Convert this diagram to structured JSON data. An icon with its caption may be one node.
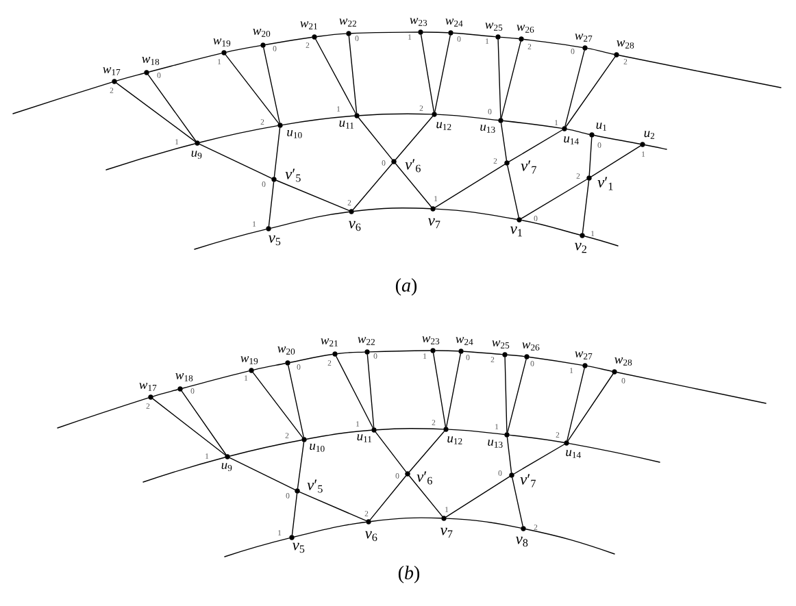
{
  "diagram": {
    "nodes": [
      {
        "text": [
          "*w*$_{17}$"
        ],
        "beside": [
          "2"
        ]
      },
      {
        "text": [
          "*w*$_{18}$"
        ],
        "beside": [
          "0"
        ]
      },
      {
        "text": [
          "*w*$_{19}$"
        ],
        "beside": [
          "1"
        ]
      },
      {
        "text": [
          "*w*$_{20}$"
        ],
        "beside": [
          "0"
        ]
      },
      {
        "text": [
          "*w*$_{21}$"
        ],
        "beside": [
          "2"
        ]
      },
      {
        "text": [
          "*w*$_{22}$"
        ],
        "beside": [
          "0"
        ]
      },
      {
        "text": [
          "*w*$_{23}$"
        ],
        "beside": [
          "1"
        ]
      },
      {
        "text": [
          "*w*$_{24}$"
        ],
        "beside": [
          "0"
        ]
      },
      {
        "text": [
          "*w*$_{25}$"
        ],
        "beside": [
          "1"
        ]
      },
      {
        "text": [
          "*w*$_{26}$"
        ],
        "beside": [
          "2"
        ]
      },
      {
        "text": [
          "*w*$_{27}$"
        ],
        "beside": [
          "0"
        ]
      },
      {
        "text": [
          "*w*$_{28}$"
        ],
        "beside": [
          "2"
        ]
      },
      {
        "text": [
          "*u*$_{9}$"
        ],
        "beside": [
          "1"
        ]
      },
      {
        "text": [
          "*u*$_{10}$"
        ],
        "beside": [
          "2"
        ]
      },
      {
        "text": [
          "*u*$_{11}$"
        ],
        "beside": [
          "1"
        ]
      },
      {
        "text": [
          "*u*$_{12}$"
        ],
        "beside": [
          "2"
        ]
      },
      {
        "text": [
          "*u*$_{13}$"
        ],
        "beside": [
          "0"
        ]
      },
      {
        "text": [
          "*u*$_{14}$"
        ],
        "beside": [
          "1"
        ]
      },
      {
        "text": [
          "*u*$_{1}$"
        ],
        "beside": [
          "0"
        ]
      },
      {
        "text": [
          "*u*$_{2}$"
        ],
        "beside": [
          "1"
        ]
      },
      {
        "text": [
          "*v*′$_{5}$"
        ],
        "beside": [
          "0"
        ]
      },
      {
        "text": [
          "*v*′$_{6}$"
        ],
        "beside": [
          "0"
        ]
      },
      {
        "text": [
          "*v*′$_{7}$"
        ],
        "beside": [
          "2"
        ]
      },
      {
        "text": [
          "*v*′$_{1}$"
        ],
        "beside": [
          "2"
        ]
      },
      {
        "text": [
          "*v*$_{5}$"
        ],
        "beside": [
          "1"
        ]
      },
      {
        "text": [
          "*v*$_{6}$"
        ],
        "beside": [
          "2"
        ]
      },
      {
        "text": [
          "*v*$_{7}$"
        ],
        "beside": [
          "1"
        ]
      },
      {
        "text": [
          "*v*$_{1}$"
        ],
        "beside": [
          "0"
        ]
      },
      {
        "text": [
          "*v*$_{2}$"
        ],
        "beside": [
          "1"
        ]
      },
      {
        "text": [
          "*w*$_{17}$"
        ],
        "beside": [
          "2"
        ]
      },
      {
        "text": [
          "*w*$_{18}$"
        ],
        "beside": [
          "0"
        ]
      },
      {
        "text": [
          "*w*$_{19}$"
        ],
        "beside": [
          "1"
        ]
      },
      {
        "text": [
          "*w*$_{20}$"
        ],
        "beside": [
          "0"
        ]
      },
      {
        "text": [
          "*w*$_{21}$"
        ],
        "beside": [
          "2"
        ]
      },
      {
        "text": [
          "*w*$_{22}$"
        ],
        "beside": [
          "0"
        ]
      },
      {
        "text": [
          "*w*$_{23}$"
        ],
        "beside": [
          "1"
        ]
      },
      {
        "text": [
          "*w*$_{24}$"
        ],
        "beside": [
          "0"
        ]
      },
      {
        "text": [
          "*w*$_{25}$"
        ],
        "beside": [
          "2"
        ]
      },
      {
        "text": [
          "*w*$_{26}$"
        ],
        "beside": [
          "0"
        ]
      },
      {
        "text": [
          "*w*$_{27}$"
        ],
        "beside": [
          "1"
        ]
      },
      {
        "text": [
          "*w*$_{28}$"
        ],
        "beside": [
          "0"
        ]
      },
      {
        "text": [
          "*u*$_{9}$"
        ],
        "beside": [
          "1"
        ]
      },
      {
        "text": [
          "*u*$_{10}$"
        ],
        "beside": [
          "2"
        ]
      },
      {
        "text": [
          "*u*$_{11}$"
        ],
        "beside": [
          "1"
        ]
      },
      {
        "text": [
          "*u*$_{12}$"
        ],
        "beside": [
          "2"
        ]
      },
      {
        "text": [
          "*u*$_{13}$"
        ],
        "beside": [
          "1"
        ]
      },
      {
        "text": [
          "*u*$_{14}$"
        ],
        "beside": [
          "2"
        ]
      },
      {
        "text": [
          "*v*′$_{5}$"
        ],
        "beside": [
          "0"
        ]
      },
      {
        "text": [
          "*v*′$_{6}$"
        ],
        "beside": [
          "0"
        ]
      },
      {
        "text": [
          "*v*′$_{7}$"
        ],
        "beside": [
          "0"
        ]
      },
      {
        "text": [
          "*v*$_{5}$"
        ],
        "beside": [
          "1"
        ]
      },
      {
        "text": [
          "*v*$_{6}$"
        ],
        "beside": [
          "2"
        ]
      },
      {
        "text": [
          "*v*$_{7}$"
        ],
        "beside": [
          "1"
        ]
      },
      {
        "text": [
          "*v*$_{8}$"
        ],
        "beside": [
          "2"
        ]
      }
    ],
    "edges": [
      {
        "from": null,
        "to": 0,
        "arrow": "none"
      },
      {
        "from": 0,
        "to": 1,
        "arrow": "none"
      },
      {
        "from": 1,
        "to": 2,
        "arrow": "none"
      },
      {
        "from": 2,
        "to": 3,
        "arrow": "none"
      },
      {
        "from": 3,
        "to": 4,
        "arrow": "none"
      },
      {
        "from": 4,
        "to": 5,
        "arrow": "none"
      },
      {
        "from": 5,
        "to": 6,
        "arrow": "none"
      },
      {
        "from": 6,
        "to": 7,
        "arrow": "none"
      },
      {
        "from": 7,
        "to": 8,
        "arrow": "none"
      },
      {
        "from": 8,
        "to": 9,
        "arrow": "none"
      },
      {
        "from": 9,
        "to": 10,
        "arrow": "none"
      },
      {
        "from": 10,
        "to": 11,
        "arrow": "none"
      },
      {
        "from": 11,
        "to": null,
        "arrow": "none"
      },
      {
        "from": null,
        "to": 12,
        "arrow": "none"
      },
      {
        "from": 12,
        "to": 13,
        "arrow": "none"
      },
      {
        "from": 13,
        "to": 14,
        "arrow": "none"
      },
      {
        "from": 14,
        "to": 15,
        "arrow": "none"
      },
      {
        "from": 15,
        "to": 16,
        "arrow": "none"
      },
      {
        "from": 16,
        "to": 17,
        "arrow": "none"
      },
      {
        "from": 17,
        "to": 18,
        "arrow": "none"
      },
      {
        "from": 18,
        "to": 19,
        "arrow": "none"
      },
      {
        "from": 19,
        "to": null,
        "arrow": "none"
      },
      {
        "from": null,
        "to": 24,
        "arrow": "none"
      },
      {
        "from": 24,
        "to": 25,
        "arrow": "none"
      },
      {
        "from": 25,
        "to": 26,
        "arrow": "none"
      },
      {
        "from": 26,
        "to": 27,
        "arrow": "none"
      },
      {
        "from": 27,
        "to": 28,
        "arrow": "none"
      },
      {
        "from": 28,
        "to": null,
        "arrow": "none"
      },
      {
        "from": 0,
        "to": 12,
        "arrow": "none"
      },
      {
        "from": 1,
        "to": 12,
        "arrow": "none"
      },
      {
        "from": 2,
        "to": 13,
        "arrow": "none"
      },
      {
        "from": 3,
        "to": 13,
        "arrow": "none"
      },
      {
        "from": 4,
        "to": 14,
        "arrow": "none"
      },
      {
        "from": 5,
        "to": 14,
        "arrow": "none"
      },
      {
        "from": 6,
        "to": 15,
        "arrow": "none"
      },
      {
        "from": 7,
        "to": 15,
        "arrow": "none"
      },
      {
        "from": 8,
        "to": 16,
        "arrow": "none"
      },
      {
        "from": 9,
        "to": 16,
        "arrow": "none"
      },
      {
        "from": 10,
        "to": 17,
        "arrow": "none"
      },
      {
        "from": 11,
        "to": 17,
        "arrow": "none"
      },
      {
        "from": 12,
        "to": 20,
        "arrow": "none"
      },
      {
        "from": 13,
        "to": 20,
        "arrow": "none"
      },
      {
        "from": 20,
        "to": 24,
        "arrow": "none"
      },
      {
        "from": 20,
        "to": 25,
        "arrow": "none"
      },
      {
        "from": 14,
        "to": 21,
        "arrow": "none"
      },
      {
        "from": 15,
        "to": 21,
        "arrow": "none"
      },
      {
        "from": 21,
        "to": 25,
        "arrow": "none"
      },
      {
        "from": 21,
        "to": 26,
        "arrow": "none"
      },
      {
        "from": 16,
        "to": 22,
        "arrow": "none"
      },
      {
        "from": 17,
        "to": 22,
        "arrow": "none"
      },
      {
        "from": 22,
        "to": 26,
        "arrow": "none"
      },
      {
        "from": 22,
        "to": 27,
        "arrow": "none"
      },
      {
        "from": 18,
        "to": 23,
        "arrow": "none"
      },
      {
        "from": 19,
        "to": 23,
        "arrow": "none"
      },
      {
        "from": 23,
        "to": 27,
        "arrow": "none"
      },
      {
        "from": 23,
        "to": 28,
        "arrow": "none"
      },
      {
        "from": null,
        "to": 29,
        "arrow": "none"
      },
      {
        "from": 29,
        "to": 30,
        "arrow": "none"
      },
      {
        "from": 30,
        "to": 31,
        "arrow": "none"
      },
      {
        "from": 31,
        "to": 32,
        "arrow": "none"
      },
      {
        "from": 32,
        "to": 33,
        "arrow": "none"
      },
      {
        "from": 33,
        "to": 34,
        "arrow": "none"
      },
      {
        "from": 34,
        "to": 35,
        "arrow": "none"
      },
      {
        "from": 35,
        "to": 36,
        "arrow": "none"
      },
      {
        "from": 36,
        "to": 37,
        "arrow": "none"
      },
      {
        "from": 37,
        "to": 38,
        "arrow": "none"
      },
      {
        "from": 38,
        "to": 39,
        "arrow": "none"
      },
      {
        "from": 39,
        "to": 40,
        "arrow": "none"
      },
      {
        "from": 40,
        "to": null,
        "arrow": "none"
      },
      {
        "from": null,
        "to": 41,
        "arrow": "none"
      },
      {
        "from": 41,
        "to": 42,
        "arrow": "none"
      },
      {
        "from": 42,
        "to": 43,
        "arrow": "none"
      },
      {
        "from": 43,
        "to": 44,
        "arrow": "none"
      },
      {
        "from": 44,
        "to": 45,
        "arrow": "none"
      },
      {
        "from": 45,
        "to": 46,
        "arrow": "none"
      },
      {
        "from": 46,
        "to": null,
        "arrow": "none"
      },
      {
        "from": null,
        "to": 50,
        "arrow": "none"
      },
      {
        "from": 50,
        "to": 51,
        "arrow": "none"
      },
      {
        "from": 51,
        "to": 52,
        "arrow": "none"
      },
      {
        "from": 52,
        "to": 53,
        "arrow": "none"
      },
      {
        "from": 53,
        "to": null,
        "arrow": "none"
      },
      {
        "from": 29,
        "to": 41,
        "arrow": "none"
      },
      {
        "from": 30,
        "to": 41,
        "arrow": "none"
      },
      {
        "from": 31,
        "to": 42,
        "arrow": "none"
      },
      {
        "from": 32,
        "to": 42,
        "arrow": "none"
      },
      {
        "from": 33,
        "to": 43,
        "arrow": "none"
      },
      {
        "from": 34,
        "to": 43,
        "arrow": "none"
      },
      {
        "from": 35,
        "to": 44,
        "arrow": "none"
      },
      {
        "from": 36,
        "to": 44,
        "arrow": "none"
      },
      {
        "from": 37,
        "to": 45,
        "arrow": "none"
      },
      {
        "from": 38,
        "to": 45,
        "arrow": "none"
      },
      {
        "from": 39,
        "to": 46,
        "arrow": "none"
      },
      {
        "from": 40,
        "to": 46,
        "arrow": "none"
      },
      {
        "from": 41,
        "to": 47,
        "arrow": "none"
      },
      {
        "from": 42,
        "to": 47,
        "arrow": "none"
      },
      {
        "from": 47,
        "to": 50,
        "arrow": "none"
      },
      {
        "from": 47,
        "to": 51,
        "arrow": "none"
      },
      {
        "from": 43,
        "to": 48,
        "arrow": "none"
      },
      {
        "from": 44,
        "to": 48,
        "arrow": "none"
      },
      {
        "from": 48,
        "to": 51,
        "arrow": "none"
      },
      {
        "from": 48,
        "to": 52,
        "arrow": "none"
      },
      {
        "from": 45,
        "to": 49,
        "arrow": "none"
      },
      {
        "from": 46,
        "to": 49,
        "arrow": "none"
      },
      {
        "from": 49,
        "to": 52,
        "arrow": "none"
      },
      {
        "from": 49,
        "to": 53,
        "arrow": "none"
      }
    ],
    "labels": [
      "(*a*)",
      "(*b*)"
    ]
  }
}
